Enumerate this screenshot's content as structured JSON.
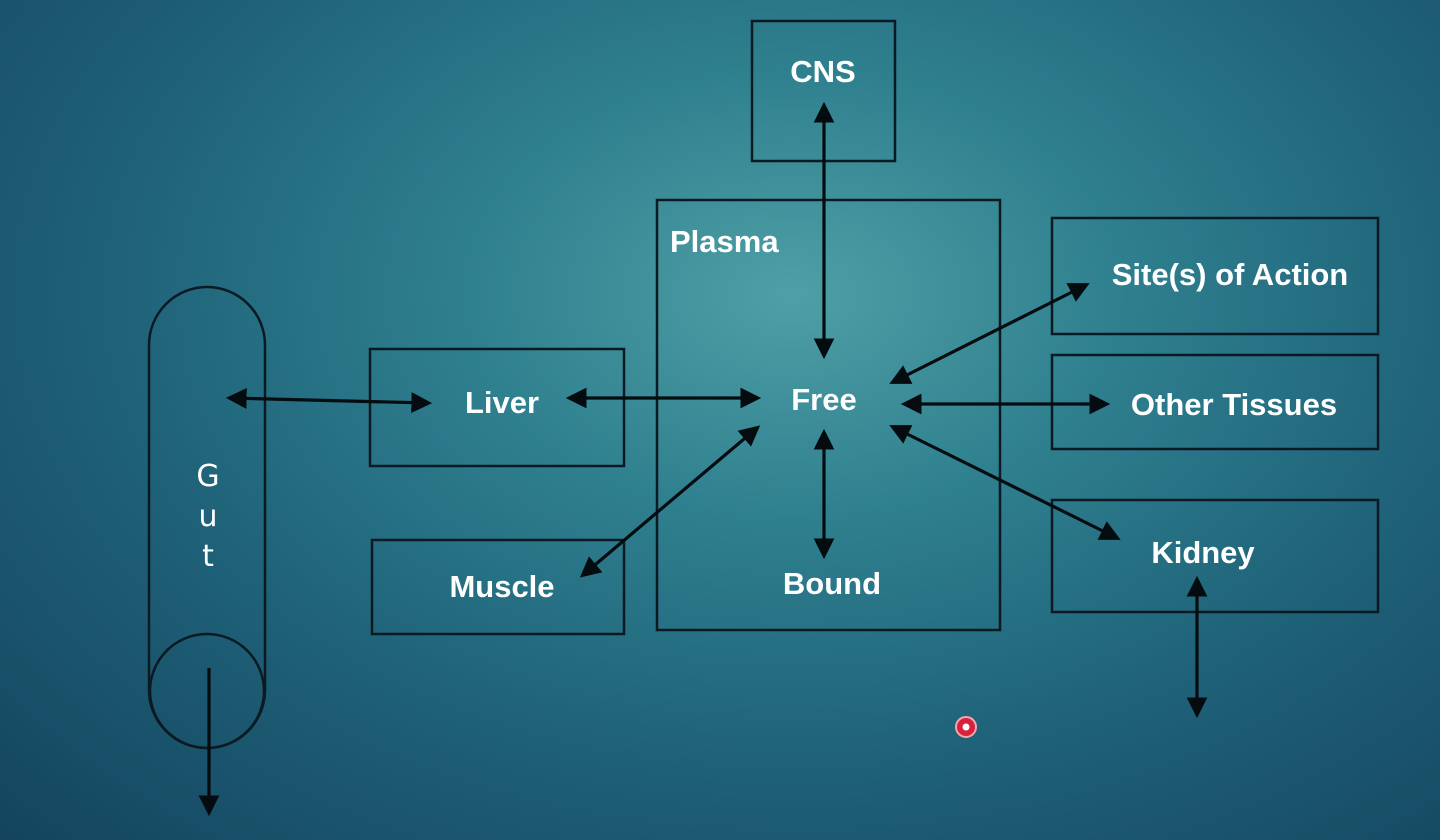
{
  "diagram": {
    "nodes": {
      "cns": "CNS",
      "plasma": "Plasma",
      "free": "Free",
      "bound": "Bound",
      "liver": "Liver",
      "muscle": "Muscle",
      "site_of_action": "Site(s) of Action",
      "other_tissues": "Other Tissues",
      "kidney": "Kidney",
      "gut_letters": [
        "G",
        "u",
        "t"
      ]
    },
    "edges": [
      {
        "from": "gut",
        "to": "liver",
        "direction": "bidirectional"
      },
      {
        "from": "liver",
        "to": "free",
        "direction": "bidirectional"
      },
      {
        "from": "cns",
        "to": "free",
        "direction": "bidirectional"
      },
      {
        "from": "free",
        "to": "bound",
        "direction": "bidirectional"
      },
      {
        "from": "free",
        "to": "muscle",
        "direction": "bidirectional"
      },
      {
        "from": "free",
        "to": "site_of_action",
        "direction": "bidirectional"
      },
      {
        "from": "free",
        "to": "other_tissues",
        "direction": "bidirectional"
      },
      {
        "from": "free",
        "to": "kidney",
        "direction": "bidirectional"
      },
      {
        "from": "kidney",
        "to": "out",
        "direction": "bidirectional"
      },
      {
        "from": "gut",
        "to": "out",
        "direction": "out"
      }
    ],
    "colors": {
      "background": "#2e7f8e",
      "lines": "#0b1a22",
      "text": "#ffffff",
      "pointer": "#d7223a"
    }
  }
}
